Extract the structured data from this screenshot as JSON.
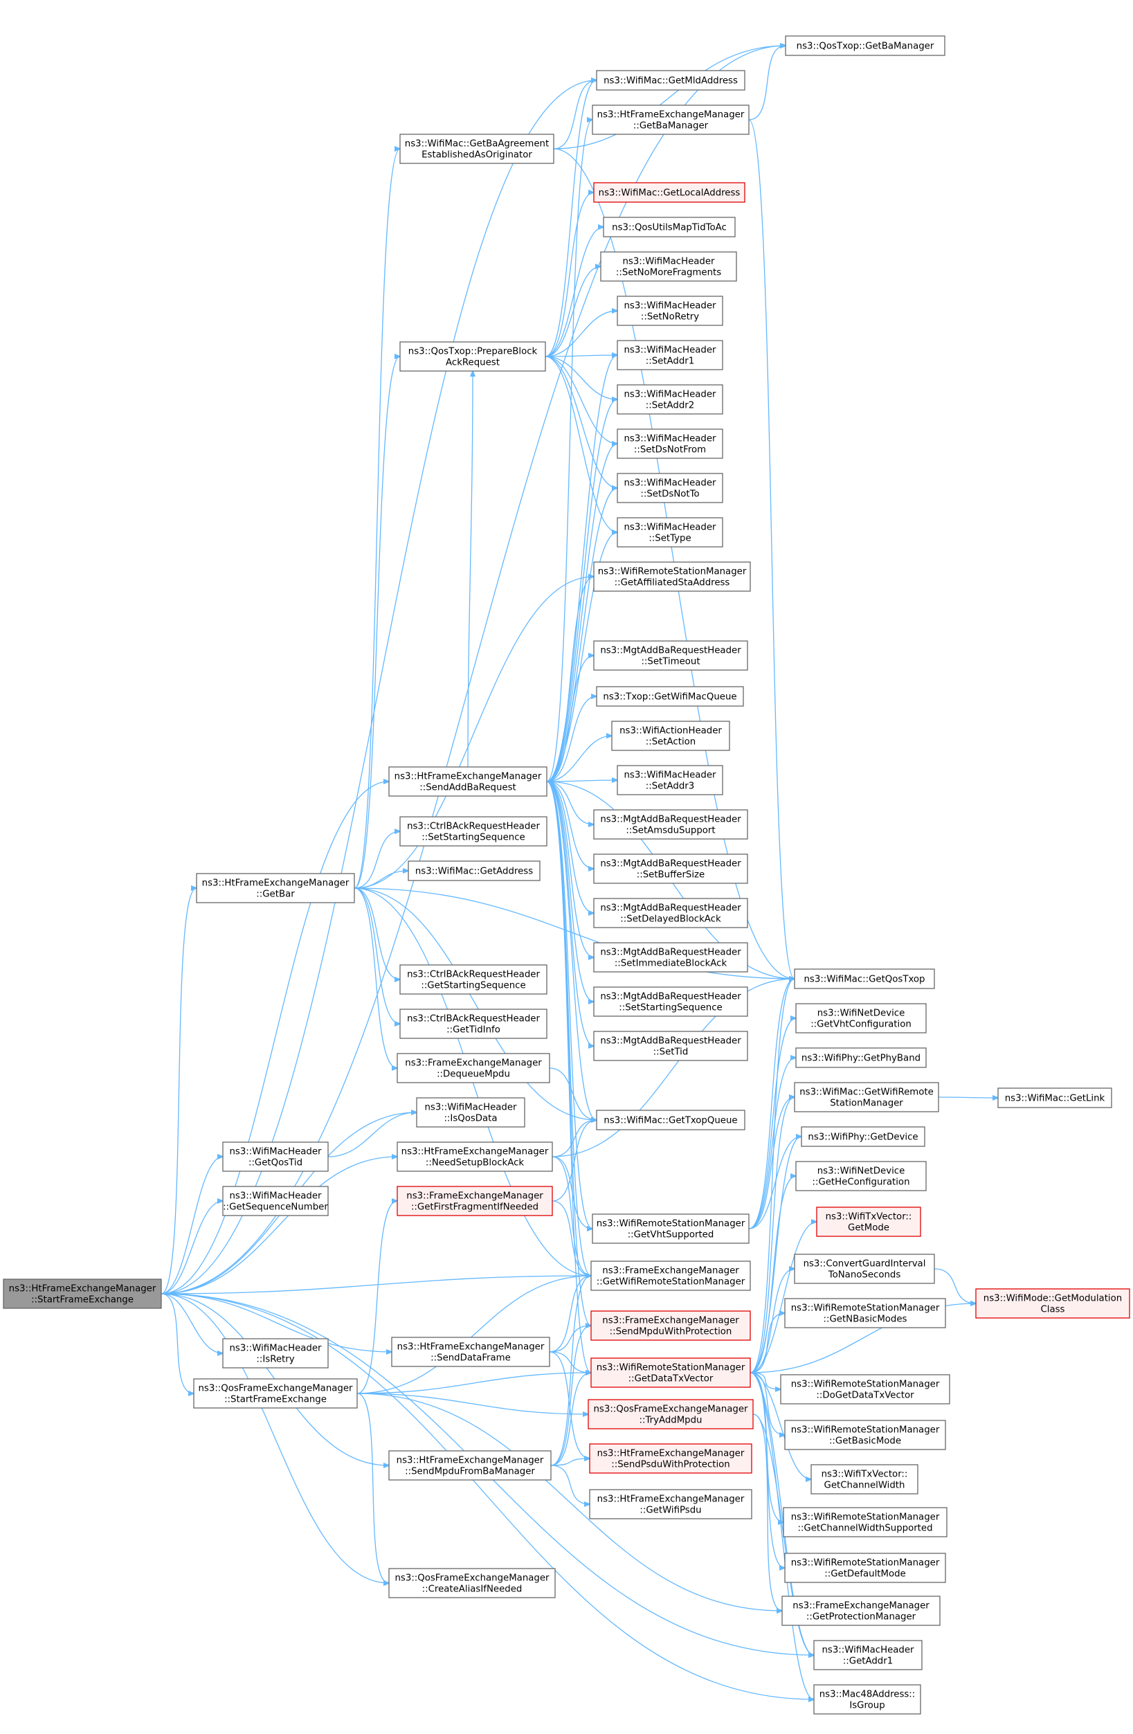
{
  "diagram": {
    "nodes": [
      {
        "id": "root",
        "lines": [
          "ns3::HtFrameExchangeManager",
          "::StartFrameExchange"
        ],
        "style": "root"
      },
      {
        "id": "getbar",
        "lines": [
          "ns3::HtFrameExchangeManager",
          "::GetBar"
        ],
        "style": "normal"
      },
      {
        "id": "getqostid",
        "lines": [
          "ns3::WifiMacHeader",
          "::GetQosTid"
        ],
        "style": "normal"
      },
      {
        "id": "getseqnum",
        "lines": [
          "ns3::WifiMacHeader",
          "::GetSequenceNumber"
        ],
        "style": "normal"
      },
      {
        "id": "isretry",
        "lines": [
          "ns3::WifiMacHeader",
          "::IsRetry"
        ],
        "style": "normal"
      },
      {
        "id": "qosstartfe",
        "lines": [
          "ns3::QosFrameExchangeManager",
          "::StartFrameExchange"
        ],
        "style": "normal"
      },
      {
        "id": "getbaagree",
        "lines": [
          "ns3::WifiMac::GetBaAgreement",
          "EstablishedAsOriginator"
        ],
        "style": "normal"
      },
      {
        "id": "preparebar",
        "lines": [
          "ns3::QosTxop::PrepareBlock",
          "AckRequest"
        ],
        "style": "normal"
      },
      {
        "id": "sendaddba",
        "lines": [
          "ns3::HtFrameExchangeManager",
          "::SendAddBaRequest"
        ],
        "style": "normal"
      },
      {
        "id": "ctrlsetss",
        "lines": [
          "ns3::CtrlBAckRequestHeader",
          "::SetStartingSequence"
        ],
        "style": "normal"
      },
      {
        "id": "getaddress",
        "lines": [
          "ns3::WifiMac::GetAddress"
        ],
        "style": "normal"
      },
      {
        "id": "ctrlgetss",
        "lines": [
          "ns3::CtrlBAckRequestHeader",
          "::GetStartingSequence"
        ],
        "style": "normal"
      },
      {
        "id": "ctrlgettid",
        "lines": [
          "ns3::CtrlBAckRequestHeader",
          "::GetTidInfo"
        ],
        "style": "normal"
      },
      {
        "id": "dequeue",
        "lines": [
          "ns3::FrameExchangeManager",
          "::DequeueMpdu"
        ],
        "style": "normal"
      },
      {
        "id": "isqosdata",
        "lines": [
          "ns3::WifiMacHeader",
          "::IsQosData"
        ],
        "style": "normal"
      },
      {
        "id": "needsetup",
        "lines": [
          "ns3::HtFrameExchangeManager",
          "::NeedSetupBlockAck"
        ],
        "style": "normal"
      },
      {
        "id": "getfirstfrag",
        "lines": [
          "ns3::FrameExchangeManager",
          "::GetFirstFragmentIfNeeded"
        ],
        "style": "red"
      },
      {
        "id": "senddata",
        "lines": [
          "ns3::HtFrameExchangeManager",
          "::SendDataFrame"
        ],
        "style": "normal"
      },
      {
        "id": "sendmpdufromba",
        "lines": [
          "ns3::HtFrameExchangeManager",
          "::SendMpduFromBaManager"
        ],
        "style": "normal"
      },
      {
        "id": "createalias",
        "lines": [
          "ns3::QosFrameExchangeManager",
          "::CreateAliasIfNeeded"
        ],
        "style": "normal"
      },
      {
        "id": "getbamgr_qos",
        "lines": [
          "ns3::QosTxop::GetBaManager"
        ],
        "style": "normal"
      },
      {
        "id": "getmld",
        "lines": [
          "ns3::WifiMac::GetMldAddress"
        ],
        "style": "normal"
      },
      {
        "id": "htgetbamgr",
        "lines": [
          "ns3::HtFrameExchangeManager",
          "::GetBaManager"
        ],
        "style": "normal"
      },
      {
        "id": "getlocal",
        "lines": [
          "ns3::WifiMac::GetLocalAddress"
        ],
        "style": "red"
      },
      {
        "id": "qosmap",
        "lines": [
          "ns3::QosUtilsMapTidToAc"
        ],
        "style": "normal"
      },
      {
        "id": "setnomore",
        "lines": [
          "ns3::WifiMacHeader",
          "::SetNoMoreFragments"
        ],
        "style": "normal"
      },
      {
        "id": "setnoretry",
        "lines": [
          "ns3::WifiMacHeader",
          "::SetNoRetry"
        ],
        "style": "normal"
      },
      {
        "id": "setaddr1",
        "lines": [
          "ns3::WifiMacHeader",
          "::SetAddr1"
        ],
        "style": "normal"
      },
      {
        "id": "setaddr2",
        "lines": [
          "ns3::WifiMacHeader",
          "::SetAddr2"
        ],
        "style": "normal"
      },
      {
        "id": "setdsnotfrom",
        "lines": [
          "ns3::WifiMacHeader",
          "::SetDsNotFrom"
        ],
        "style": "normal"
      },
      {
        "id": "setdsnotto",
        "lines": [
          "ns3::WifiMacHeader",
          "::SetDsNotTo"
        ],
        "style": "normal"
      },
      {
        "id": "settype",
        "lines": [
          "ns3::WifiMacHeader",
          "::SetType"
        ],
        "style": "normal"
      },
      {
        "id": "getaffil",
        "lines": [
          "ns3::WifiRemoteStationManager",
          "::GetAffiliatedStaAddress"
        ],
        "style": "normal"
      },
      {
        "id": "settimeout",
        "lines": [
          "ns3::MgtAddBaRequestHeader",
          "::SetTimeout"
        ],
        "style": "normal"
      },
      {
        "id": "getwifimacq",
        "lines": [
          "ns3::Txop::GetWifiMacQueue"
        ],
        "style": "normal"
      },
      {
        "id": "setaction",
        "lines": [
          "ns3::WifiActionHeader",
          "::SetAction"
        ],
        "style": "normal"
      },
      {
        "id": "setaddr3",
        "lines": [
          "ns3::WifiMacHeader",
          "::SetAddr3"
        ],
        "style": "normal"
      },
      {
        "id": "setamsdu",
        "lines": [
          "ns3::MgtAddBaRequestHeader",
          "::SetAmsduSupport"
        ],
        "style": "normal"
      },
      {
        "id": "setbufsize",
        "lines": [
          "ns3::MgtAddBaRequestHeader",
          "::SetBufferSize"
        ],
        "style": "normal"
      },
      {
        "id": "setdelayed",
        "lines": [
          "ns3::MgtAddBaRequestHeader",
          "::SetDelayedBlockAck"
        ],
        "style": "normal"
      },
      {
        "id": "setimmediate",
        "lines": [
          "ns3::MgtAddBaRequestHeader",
          "::SetImmediateBlockAck"
        ],
        "style": "normal"
      },
      {
        "id": "setstartseq",
        "lines": [
          "ns3::MgtAddBaRequestHeader",
          "::SetStartingSequence"
        ],
        "style": "normal"
      },
      {
        "id": "settid",
        "lines": [
          "ns3::MgtAddBaRequestHeader",
          "::SetTid"
        ],
        "style": "normal"
      },
      {
        "id": "gettxopq",
        "lines": [
          "ns3::WifiMac::GetTxopQueue"
        ],
        "style": "normal"
      },
      {
        "id": "getvhtsup",
        "lines": [
          "ns3::WifiRemoteStationManager",
          "::GetVhtSupported"
        ],
        "style": "normal"
      },
      {
        "id": "getwrsm",
        "lines": [
          "ns3::FrameExchangeManager",
          "::GetWifiRemoteStationManager"
        ],
        "style": "normal"
      },
      {
        "id": "sendmpduprot",
        "lines": [
          "ns3::FrameExchangeManager",
          "::SendMpduWithProtection"
        ],
        "style": "red"
      },
      {
        "id": "getdatatx",
        "lines": [
          "ns3::WifiRemoteStationManager",
          "::GetDataTxVector"
        ],
        "style": "red"
      },
      {
        "id": "tryaddmpdu",
        "lines": [
          "ns3::QosFrameExchangeManager",
          "::TryAddMpdu"
        ],
        "style": "red"
      },
      {
        "id": "sendpsduprot",
        "lines": [
          "ns3::HtFrameExchangeManager",
          "::SendPsduWithProtection"
        ],
        "style": "red"
      },
      {
        "id": "getwifipsdu",
        "lines": [
          "ns3::HtFrameExchangeManager",
          "::GetWifiPsdu"
        ],
        "style": "normal"
      },
      {
        "id": "getqostxop",
        "lines": [
          "ns3::WifiMac::GetQosTxop"
        ],
        "style": "normal"
      },
      {
        "id": "getvhtconf",
        "lines": [
          "ns3::WifiNetDevice",
          "::GetVhtConfiguration"
        ],
        "style": "normal"
      },
      {
        "id": "getphyband",
        "lines": [
          "ns3::WifiPhy::GetPhyBand"
        ],
        "style": "normal"
      },
      {
        "id": "getwrsm2",
        "lines": [
          "ns3::WifiMac::GetWifiRemote",
          "StationManager"
        ],
        "style": "normal"
      },
      {
        "id": "getdevice",
        "lines": [
          "ns3::WifiPhy::GetDevice"
        ],
        "style": "normal"
      },
      {
        "id": "getheconf",
        "lines": [
          "ns3::WifiNetDevice",
          "::GetHeConfiguration"
        ],
        "style": "normal"
      },
      {
        "id": "getmode",
        "lines": [
          "ns3::WifiTxVector::",
          "GetMode"
        ],
        "style": "red"
      },
      {
        "id": "convertgi",
        "lines": [
          "ns3::ConvertGuardInterval",
          "ToNanoSeconds"
        ],
        "style": "normal"
      },
      {
        "id": "getnbasic",
        "lines": [
          "ns3::WifiRemoteStationManager",
          "::GetNBasicModes"
        ],
        "style": "normal"
      },
      {
        "id": "dogetdatatx",
        "lines": [
          "ns3::WifiRemoteStationManager",
          "::DoGetDataTxVector"
        ],
        "style": "normal"
      },
      {
        "id": "getbasicmode",
        "lines": [
          "ns3::WifiRemoteStationManager",
          "::GetBasicMode"
        ],
        "style": "normal"
      },
      {
        "id": "getchwidth",
        "lines": [
          "ns3::WifiTxVector::",
          "GetChannelWidth"
        ],
        "style": "normal"
      },
      {
        "id": "getchwsup",
        "lines": [
          "ns3::WifiRemoteStationManager",
          "::GetChannelWidthSupported"
        ],
        "style": "normal"
      },
      {
        "id": "getdefmode",
        "lines": [
          "ns3::WifiRemoteStationManager",
          "::GetDefaultMode"
        ],
        "style": "normal"
      },
      {
        "id": "getprotmgr",
        "lines": [
          "ns3::FrameExchangeManager",
          "::GetProtectionManager"
        ],
        "style": "normal"
      },
      {
        "id": "getaddr1",
        "lines": [
          "ns3::WifiMacHeader",
          "::GetAddr1"
        ],
        "style": "normal"
      },
      {
        "id": "isgroup",
        "lines": [
          "ns3::Mac48Address::",
          "IsGroup"
        ],
        "style": "normal"
      },
      {
        "id": "getlink",
        "lines": [
          "ns3::WifiMac::GetLink"
        ],
        "style": "normal"
      },
      {
        "id": "getmodclass",
        "lines": [
          "ns3::WifiMode::GetModulation",
          "Class"
        ],
        "style": "red"
      }
    ],
    "edges": [
      [
        "root",
        "getbar"
      ],
      [
        "root",
        "getqostid"
      ],
      [
        "root",
        "getseqnum"
      ],
      [
        "root",
        "isretry"
      ],
      [
        "root",
        "qosstartfe"
      ],
      [
        "root",
        "sendaddba"
      ],
      [
        "root",
        "isqosdata"
      ],
      [
        "root",
        "needsetup"
      ],
      [
        "root",
        "getwrsm"
      ],
      [
        "root",
        "senddata"
      ],
      [
        "root",
        "sendmpdufromba"
      ],
      [
        "root",
        "createalias"
      ],
      [
        "root",
        "getbamgr_qos"
      ],
      [
        "root",
        "getmld"
      ],
      [
        "root",
        "getaddr1"
      ],
      [
        "root",
        "isgroup"
      ],
      [
        "getbar",
        "getbaagree"
      ],
      [
        "getbar",
        "preparebar"
      ],
      [
        "getbar",
        "ctrlsetss"
      ],
      [
        "getbar",
        "getaddress"
      ],
      [
        "getbar",
        "ctrlgetss"
      ],
      [
        "getbar",
        "ctrlgettid"
      ],
      [
        "getbar",
        "dequeue"
      ],
      [
        "getbar",
        "getaffil"
      ],
      [
        "getbar",
        "getwrsm"
      ],
      [
        "getbar",
        "getqostxop"
      ],
      [
        "getbar",
        "gettxopq"
      ],
      [
        "getqostid",
        "isqosdata"
      ],
      [
        "getbaagree",
        "getbamgr_qos"
      ],
      [
        "getbaagree",
        "getmld"
      ],
      [
        "getbaagree",
        "getqostxop"
      ],
      [
        "preparebar",
        "getmld"
      ],
      [
        "preparebar",
        "getlocal"
      ],
      [
        "preparebar",
        "qosmap"
      ],
      [
        "preparebar",
        "setnomore"
      ],
      [
        "preparebar",
        "setnoretry"
      ],
      [
        "preparebar",
        "setaddr1"
      ],
      [
        "preparebar",
        "setaddr2"
      ],
      [
        "preparebar",
        "setdsnotfrom"
      ],
      [
        "preparebar",
        "setdsnotto"
      ],
      [
        "preparebar",
        "settype"
      ],
      [
        "sendaddba",
        "htgetbamgr"
      ],
      [
        "sendaddba",
        "preparebar"
      ],
      [
        "sendaddba",
        "setaddr1"
      ],
      [
        "sendaddba",
        "setaddr2"
      ],
      [
        "sendaddba",
        "setdsnotfrom"
      ],
      [
        "sendaddba",
        "setdsnotto"
      ],
      [
        "sendaddba",
        "settype"
      ],
      [
        "sendaddba",
        "getaffil"
      ],
      [
        "sendaddba",
        "settimeout"
      ],
      [
        "sendaddba",
        "getwifimacq"
      ],
      [
        "sendaddba",
        "setaction"
      ],
      [
        "sendaddba",
        "setaddr3"
      ],
      [
        "sendaddba",
        "setamsdu"
      ],
      [
        "sendaddba",
        "setbufsize"
      ],
      [
        "sendaddba",
        "setdelayed"
      ],
      [
        "sendaddba",
        "setimmediate"
      ],
      [
        "sendaddba",
        "setstartseq"
      ],
      [
        "sendaddba",
        "settid"
      ],
      [
        "sendaddba",
        "gettxopq"
      ],
      [
        "sendaddba",
        "getwrsm"
      ],
      [
        "sendaddba",
        "sendmpduprot"
      ],
      [
        "sendaddba",
        "getdatatx"
      ],
      [
        "sendaddba",
        "getqostxop"
      ],
      [
        "sendaddba",
        "getvhtsup"
      ],
      [
        "htgetbamgr",
        "getbamgr_qos"
      ],
      [
        "htgetbamgr",
        "getqostxop"
      ],
      [
        "dequeue",
        "gettxopq"
      ],
      [
        "needsetup",
        "gettxopq"
      ],
      [
        "needsetup",
        "getvhtsup"
      ],
      [
        "needsetup",
        "getwrsm"
      ],
      [
        "needsetup",
        "getqostxop"
      ],
      [
        "getfirstfrag",
        "gettxopq"
      ],
      [
        "getfirstfrag",
        "getwrsm"
      ],
      [
        "senddata",
        "getwrsm"
      ],
      [
        "senddata",
        "sendmpduprot"
      ],
      [
        "senddata",
        "getdatatx"
      ],
      [
        "senddata",
        "sendpsduprot"
      ],
      [
        "sendmpdufromba",
        "getwrsm"
      ],
      [
        "sendmpdufromba",
        "sendmpduprot"
      ],
      [
        "sendmpdufromba",
        "sendpsduprot"
      ],
      [
        "sendmpdufromba",
        "getwifipsdu"
      ],
      [
        "sendmpdufromba",
        "getdatatx"
      ],
      [
        "qosstartfe",
        "getfirstfrag"
      ],
      [
        "qosstartfe",
        "createalias"
      ],
      [
        "qosstartfe",
        "getwrsm"
      ],
      [
        "qosstartfe",
        "getdatatx"
      ],
      [
        "qosstartfe",
        "tryaddmpdu"
      ],
      [
        "qosstartfe",
        "getprotmgr"
      ],
      [
        "getvhtsup",
        "getqostxop"
      ],
      [
        "getvhtsup",
        "getvhtconf"
      ],
      [
        "getvhtsup",
        "getphyband"
      ],
      [
        "getvhtsup",
        "getwrsm2"
      ],
      [
        "getvhtsup",
        "getdevice"
      ],
      [
        "getdatatx",
        "getqostxop"
      ],
      [
        "getdatatx",
        "getwrsm2"
      ],
      [
        "getdatatx",
        "getdevice"
      ],
      [
        "getdatatx",
        "getheconf"
      ],
      [
        "getdatatx",
        "getmode"
      ],
      [
        "getdatatx",
        "convertgi"
      ],
      [
        "getdatatx",
        "getnbasic"
      ],
      [
        "getdatatx",
        "dogetdatatx"
      ],
      [
        "getdatatx",
        "getbasicmode"
      ],
      [
        "getdatatx",
        "getchwidth"
      ],
      [
        "getdatatx",
        "getchwsup"
      ],
      [
        "getdatatx",
        "getdefmode"
      ],
      [
        "getdatatx",
        "getaddr1"
      ],
      [
        "getdatatx",
        "isgroup"
      ],
      [
        "getdatatx",
        "getmodclass"
      ],
      [
        "tryaddmpdu",
        "getprotmgr"
      ],
      [
        "tryaddmpdu",
        "getaddr1"
      ],
      [
        "getwrsm2",
        "getlink"
      ],
      [
        "convertgi",
        "getmodclass"
      ]
    ]
  }
}
